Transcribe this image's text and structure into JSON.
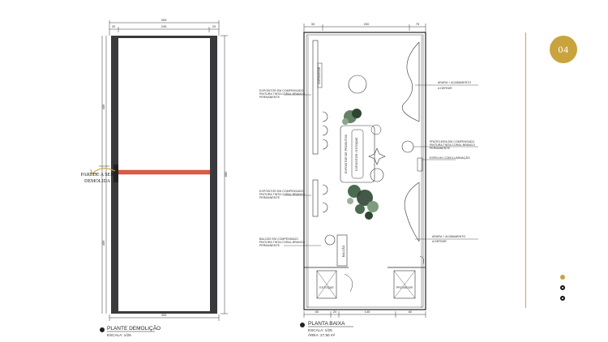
{
  "page_number": "04",
  "pagination": {
    "active_index": 0,
    "count": 3
  },
  "demolition": {
    "title": "PLANTE  DEMOLIÇÃO",
    "scale": "ESCALA: 1/25",
    "wall_note_line1": "PAREDE A SER",
    "wall_note_line2": "DEMOLIDA",
    "dims": {
      "top_total": "305",
      "top_left": "20",
      "top_mid": "245",
      "top_right": "20",
      "left_upper": "406",
      "left_lower": "406",
      "right_total": "880",
      "bottom": "305"
    }
  },
  "layout": {
    "title": "PLANTA  BAIXA",
    "scale": "ESCALA: 1/25",
    "area": "ÁREA: 27,50 m²",
    "dims": {
      "top_a": "30",
      "top_b": "200",
      "top_c": "75",
      "bottom_a": "60",
      "bottom_b": "20",
      "bottom_c": "145",
      "bottom_d": "60"
    },
    "annotations": {
      "left1": [
        "EXPOSITOR EM COMPENSADO",
        "PINTURA TINTA CORAL BRANCO",
        "PERMANENTE"
      ],
      "left2": [
        "EXPOSITOR EM COMPENSADO",
        "PINTURA TINTA CORAL BRANCO",
        "PERMANENTE"
      ],
      "left3": [
        "BALCÃO EM COMPENSADO",
        "PINTURA TINTA CORAL BRANCO",
        "PERMANENTE"
      ],
      "right1": [
        "ARARA + ACABAMENTO",
        "A DEFINIR"
      ],
      "right2": [
        "PRATELEIRA EM COMPENSADO",
        "PINTURA TINTA CORAL BRANCO",
        "PERMANENTE"
      ],
      "right3": [
        "ESPELHO COM ILUMINAÇÃO"
      ],
      "right4": [
        "ARARA + ACABAMENTO",
        "A DEFINIR"
      ]
    },
    "rooms": {
      "stock": "ESTOQUE",
      "fitting": "PROVADOR",
      "counter": "BALCÃO",
      "display": "EXPOSITOR",
      "center1": "EXPOSITOR / ESTOQUE",
      "center2": "EXPOSITOR DE PRODUTOS"
    }
  }
}
